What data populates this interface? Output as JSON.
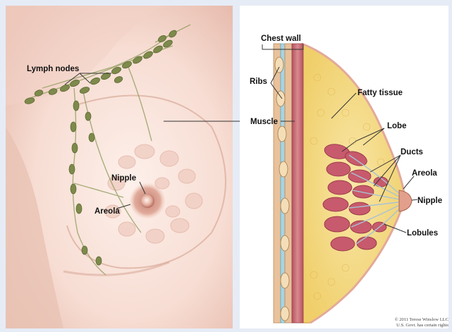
{
  "left_figure": {
    "labels": {
      "lymph_nodes": "Lymph nodes",
      "nipple": "Nipple",
      "areola": "Areola"
    }
  },
  "right_figure": {
    "labels": {
      "chest_wall": "Chest wall",
      "ribs": "Ribs",
      "muscle": "Muscle",
      "fatty_tissue": "Fatty tissue",
      "lobe": "Lobe",
      "ducts": "Ducts",
      "areola": "Areola",
      "nipple": "Nipple",
      "lobules": "Lobules"
    }
  },
  "copyright": {
    "line1": "© 2011 Terese Winslow LLC",
    "line2": "U.S. Govt. has certain rights"
  },
  "colors": {
    "background": "#e6ecf6",
    "skin_light": "#fbe7df",
    "skin_shadow": "#e8bfb1",
    "lymph_node": "#7d8a4c",
    "fat": "#f6d880",
    "lobule": "#c75a6c",
    "muscle": "#c8707a"
  }
}
